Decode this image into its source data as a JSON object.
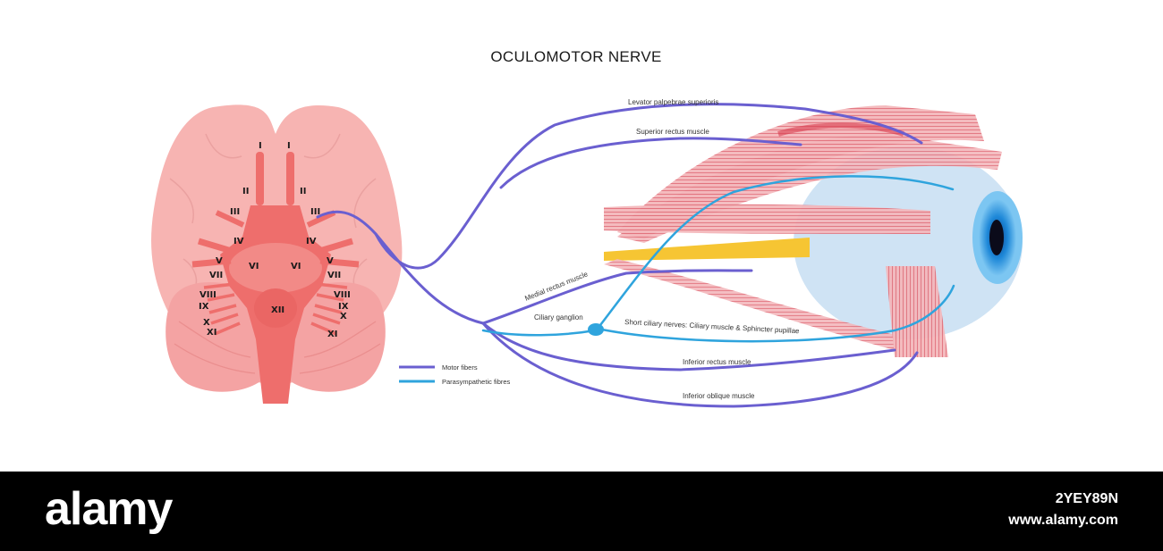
{
  "title": "OCULOMOTOR NERVE",
  "cranial_nerves": {
    "I": "I",
    "II": "II",
    "III": "III",
    "IV": "IV",
    "V": "V",
    "VI": "VI",
    "VII": "VII",
    "VIII": "VIII",
    "IX": "IX",
    "X": "X",
    "XI": "XI",
    "XII": "XII"
  },
  "labels": {
    "levator": "Levator palpebrae superioris",
    "superior_rectus": "Superior rectus muscle",
    "medial_rectus": "Medial rectus muscle",
    "ciliary_ganglion": "Ciliary ganglion",
    "short_ciliary": "Short ciliary nerves: Ciliary muscle & Sphincter pupillae",
    "inferior_rectus": "Inferior rectus muscle",
    "inferior_oblique": "Inferior oblique muscle"
  },
  "legend": {
    "motor": "Motor fibers",
    "parasympathetic": "Parasympathetic fibres"
  },
  "colors": {
    "motor": "#6a5fd0",
    "parasympathetic": "#2fa4dd",
    "brain": "#f7b4b2",
    "brainstem": "#ee6e6c",
    "muscle": "#e9848c",
    "eyeball": "#cfe3f4",
    "iris": "#1e88d8",
    "yellow": "#f6c533"
  },
  "footer": {
    "logo": "alamy",
    "image_id": "2YEY89N",
    "site": "www.alamy.com"
  }
}
